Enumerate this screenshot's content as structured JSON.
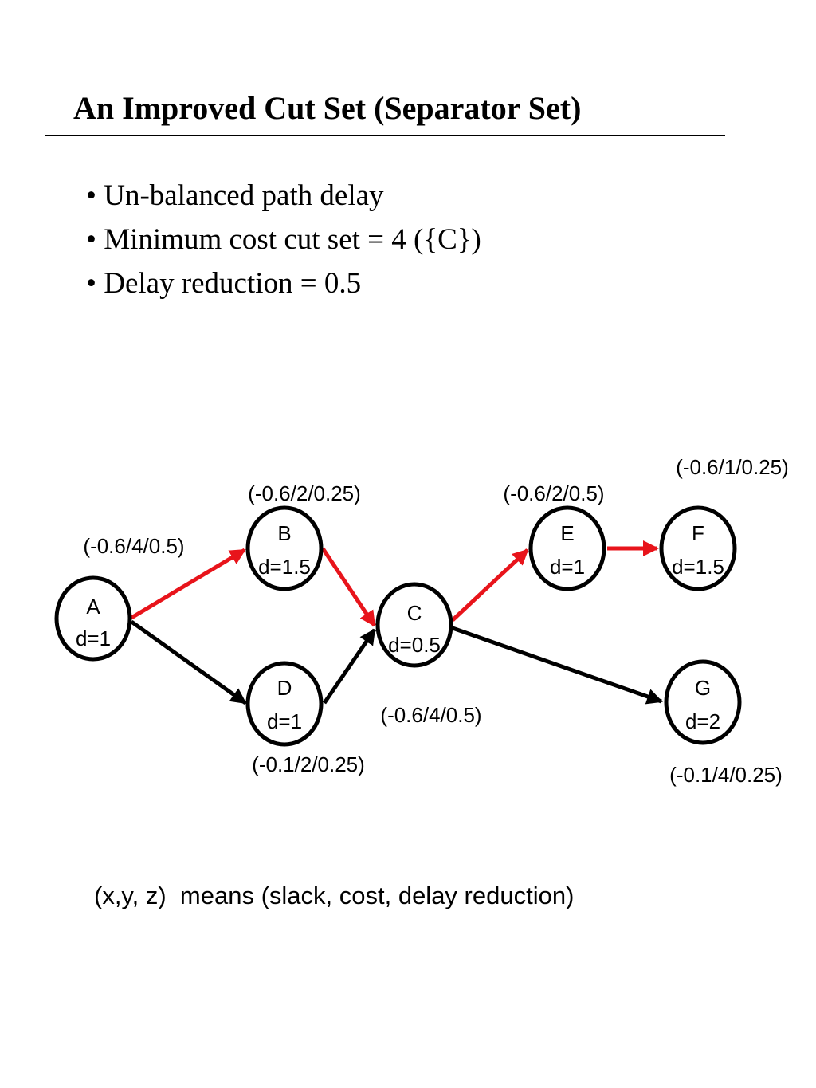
{
  "title": "An Improved Cut Set (Separator Set)",
  "bullets": [
    "Un-balanced path delay",
    "Minimum cost cut set = 4 ({C})",
    "Delay reduction = 0.5"
  ],
  "nodes": [
    {
      "id": "A",
      "name": "A",
      "delay": "d=1",
      "annotation": "(-0.6/4/0.5)"
    },
    {
      "id": "B",
      "name": "B",
      "delay": "d=1.5",
      "annotation": "(-0.6/2/0.25)"
    },
    {
      "id": "C",
      "name": "C",
      "delay": "d=0.5",
      "annotation": "(-0.6/4/0.5)"
    },
    {
      "id": "D",
      "name": "D",
      "delay": "d=1",
      "annotation": "(-0.1/2/0.25)"
    },
    {
      "id": "E",
      "name": "E",
      "delay": "d=1",
      "annotation": "(-0.6/2/0.5)"
    },
    {
      "id": "F",
      "name": "F",
      "delay": "d=1.5",
      "annotation": "(-0.6/1/0.25)"
    },
    {
      "id": "G",
      "name": "G",
      "delay": "d=2",
      "annotation": "(-0.1/4/0.25)"
    }
  ],
  "edges": [
    {
      "from": "A",
      "to": "B",
      "critical": true
    },
    {
      "from": "A",
      "to": "D",
      "critical": false
    },
    {
      "from": "B",
      "to": "C",
      "critical": true
    },
    {
      "from": "D",
      "to": "C",
      "critical": false
    },
    {
      "from": "C",
      "to": "E",
      "critical": true
    },
    {
      "from": "C",
      "to": "G",
      "critical": false
    },
    {
      "from": "E",
      "to": "F",
      "critical": true
    }
  ],
  "colors": {
    "critical_edge": "#e8141b",
    "normal_edge": "#000000",
    "node_border": "#000000"
  },
  "legend": "(x,y, z)  means (slack, cost, delay reduction)"
}
